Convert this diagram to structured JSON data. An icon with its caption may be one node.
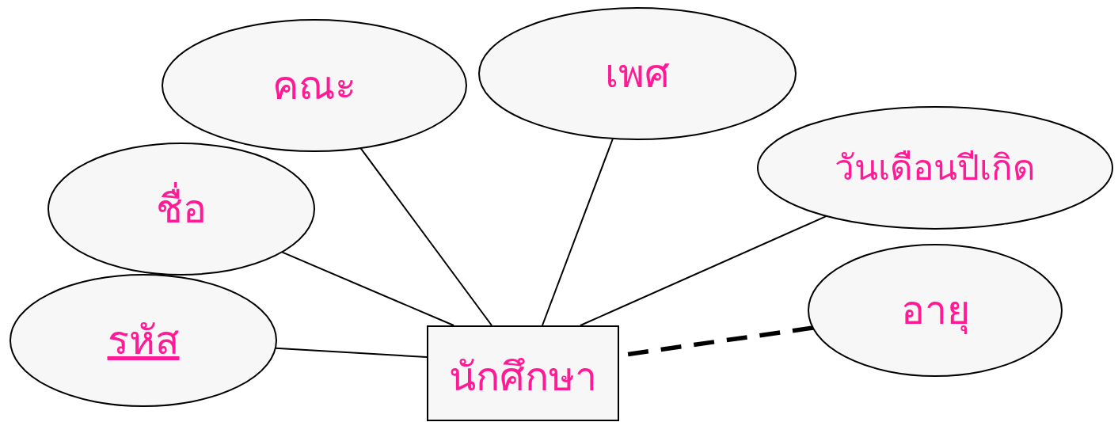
{
  "diagram": {
    "nodes": [
      {
        "text": [
          "เพศ"
        ]
      },
      {
        "text": [
          "คณะ"
        ]
      },
      {
        "text": [
          "วันเดือนปีเกิด"
        ]
      },
      {
        "text": [
          "ชื่อ"
        ]
      },
      {
        "text": [
          "อายุ"
        ]
      },
      {
        "text": [
          "รหัส"
        ]
      },
      {
        "text": [
          "นักศึกษา"
        ]
      }
    ],
    "edges": [
      {
        "from": 0,
        "to": 6,
        "arrow": "none"
      },
      {
        "from": 1,
        "to": 6,
        "arrow": "none"
      },
      {
        "from": 2,
        "to": 6,
        "arrow": "none"
      },
      {
        "from": 3,
        "to": 6,
        "arrow": "none"
      },
      {
        "from": 4,
        "to": 6,
        "arrow": "none",
        "style": "dashed"
      },
      {
        "from": 5,
        "to": 6,
        "arrow": "none"
      }
    ]
  }
}
